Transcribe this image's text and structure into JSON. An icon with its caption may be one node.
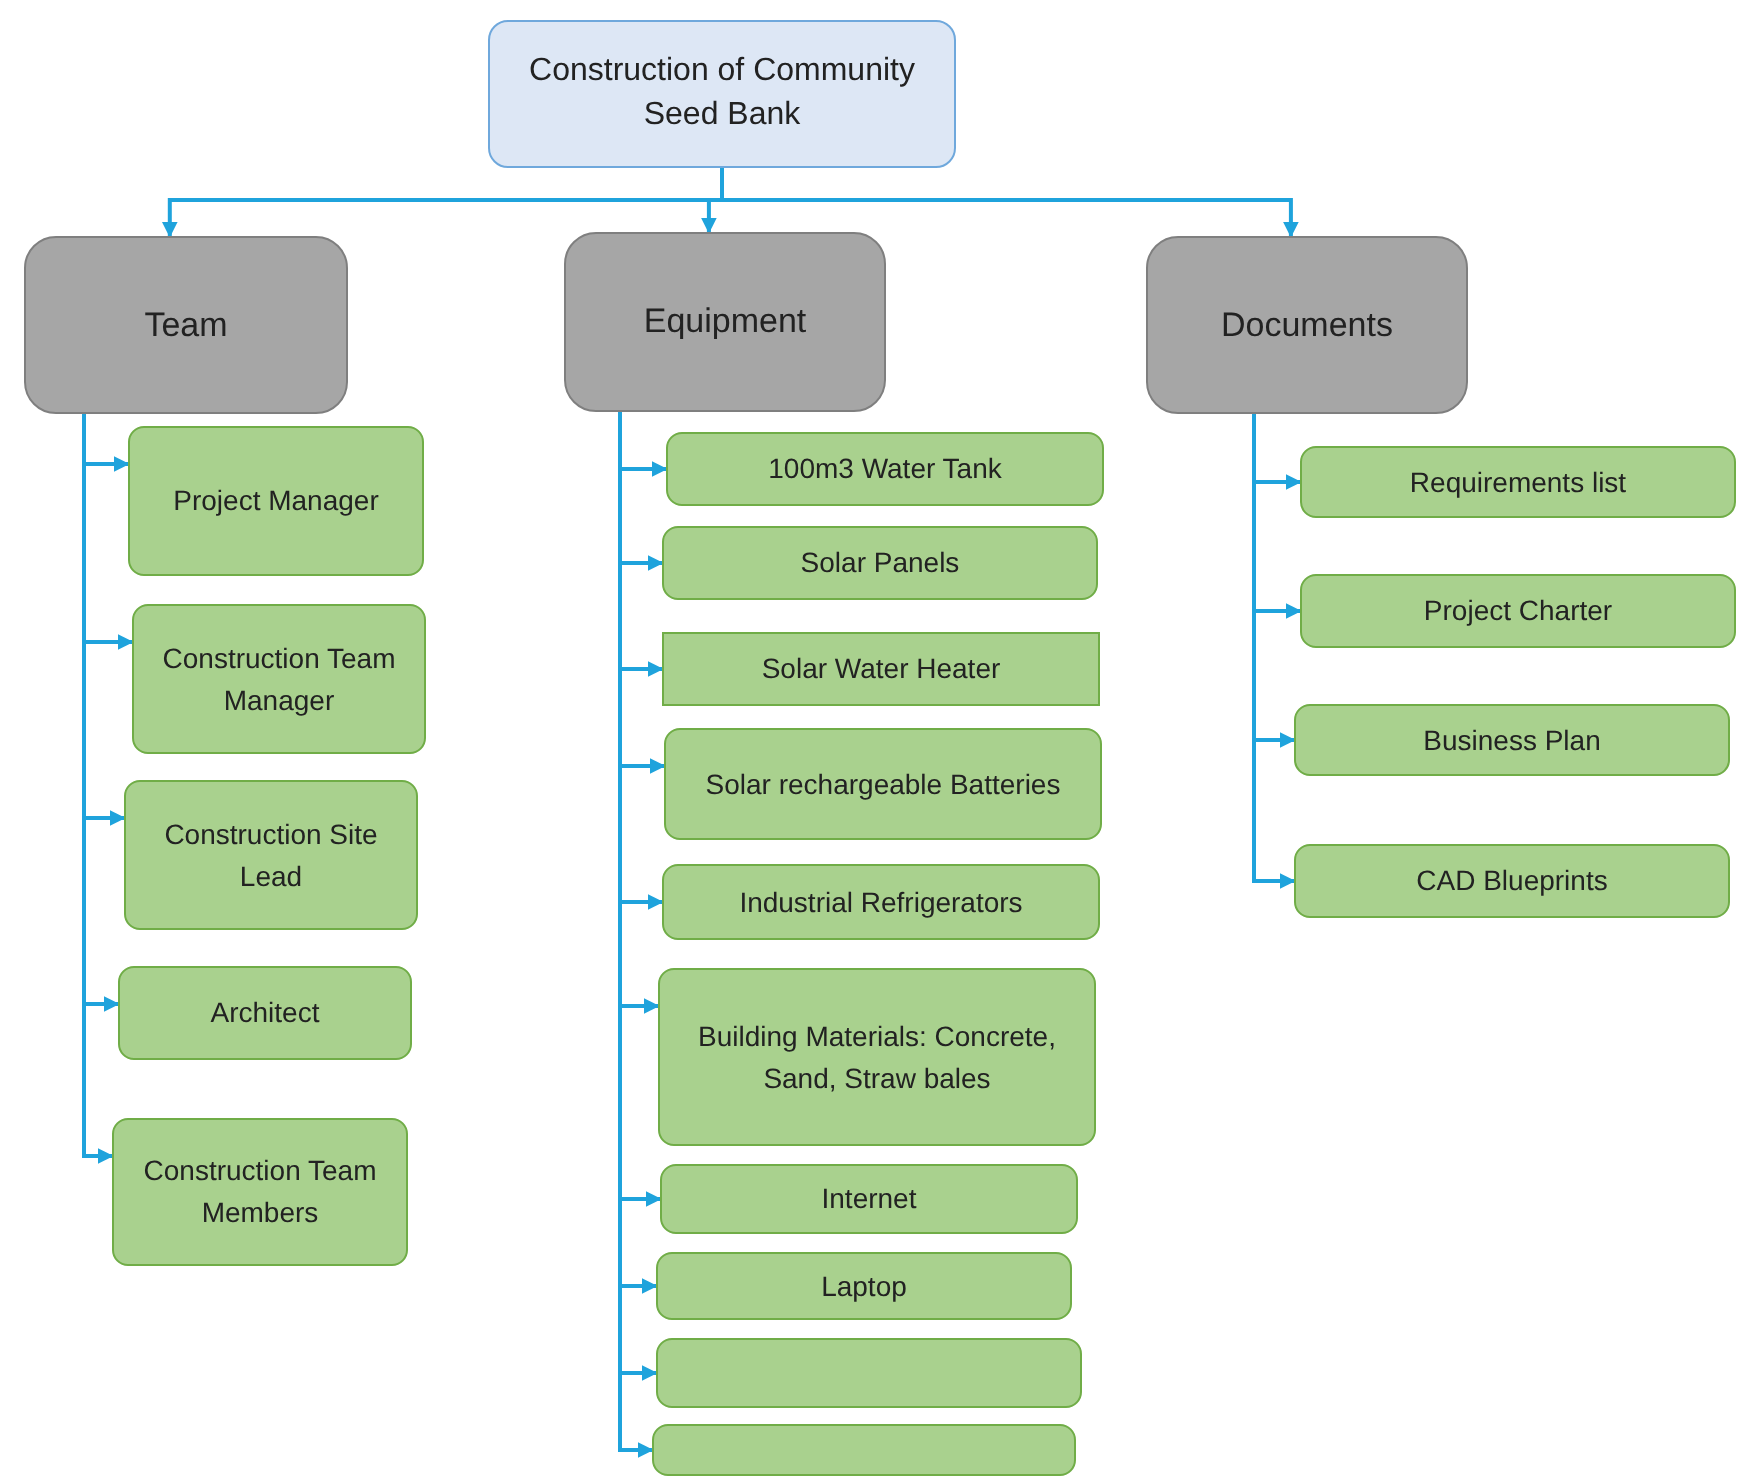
{
  "diagram": {
    "nodes": [
      {
        "text": [
          "Construction of Community Seed Bank"
        ]
      },
      {
        "text": [
          "Team"
        ]
      },
      {
        "text": [
          "Project Manager"
        ]
      },
      {
        "text": [
          "Construction Team Manager"
        ]
      },
      {
        "text": [
          "Construction Site Lead"
        ]
      },
      {
        "text": [
          "Architect"
        ]
      },
      {
        "text": [
          "Construction Team Members"
        ]
      },
      {
        "text": [
          "Equipment"
        ]
      },
      {
        "text": [
          "100m3 Water Tank"
        ]
      },
      {
        "text": [
          "Solar Panels"
        ]
      },
      {
        "text": [
          "Solar Water Heater"
        ]
      },
      {
        "text": [
          "Solar rechargeable Batteries"
        ]
      },
      {
        "text": [
          "Industrial Refrigerators"
        ]
      },
      {
        "text": [
          "Building Materials: Concrete, Sand, Straw bales"
        ]
      },
      {
        "text": [
          "Internet"
        ]
      },
      {
        "text": [
          "Laptop"
        ]
      },
      {
        "text": [],
        "shape": "box"
      },
      {
        "text": [],
        "shape": "box"
      },
      {
        "text": [
          "Documents"
        ]
      },
      {
        "text": [
          "Requirements list"
        ]
      },
      {
        "text": [
          "Project Charter"
        ]
      },
      {
        "text": [
          "Business Plan"
        ]
      },
      {
        "text": [
          "CAD Blueprints"
        ]
      }
    ],
    "edges": [
      {
        "from": 0,
        "to": 1,
        "arrow": "to"
      },
      {
        "from": 0,
        "to": 7,
        "arrow": "to"
      },
      {
        "from": 0,
        "to": 18,
        "arrow": "to"
      },
      {
        "from": 1,
        "to": 2,
        "arrow": "to"
      },
      {
        "from": 1,
        "to": 3,
        "arrow": "to"
      },
      {
        "from": 1,
        "to": 4,
        "arrow": "to"
      },
      {
        "from": 1,
        "to": 5,
        "arrow": "to"
      },
      {
        "from": 1,
        "to": 6,
        "arrow": "to"
      },
      {
        "from": 7,
        "to": 8,
        "arrow": "to"
      },
      {
        "from": 7,
        "to": 9,
        "arrow": "to"
      },
      {
        "from": 7,
        "to": 10,
        "arrow": "to"
      },
      {
        "from": 7,
        "to": 11,
        "arrow": "to"
      },
      {
        "from": 7,
        "to": 12,
        "arrow": "to"
      },
      {
        "from": 7,
        "to": 13,
        "arrow": "to"
      },
      {
        "from": 7,
        "to": 14,
        "arrow": "to"
      },
      {
        "from": 7,
        "to": 15,
        "arrow": "to"
      },
      {
        "from": 7,
        "to": 16,
        "arrow": "to"
      },
      {
        "from": 7,
        "to": 17,
        "arrow": "to"
      },
      {
        "from": 18,
        "to": 19,
        "arrow": "to"
      },
      {
        "from": 18,
        "to": 20,
        "arrow": "to"
      },
      {
        "from": 18,
        "to": 21,
        "arrow": "to"
      },
      {
        "from": 18,
        "to": 22,
        "arrow": "to"
      }
    ]
  }
}
